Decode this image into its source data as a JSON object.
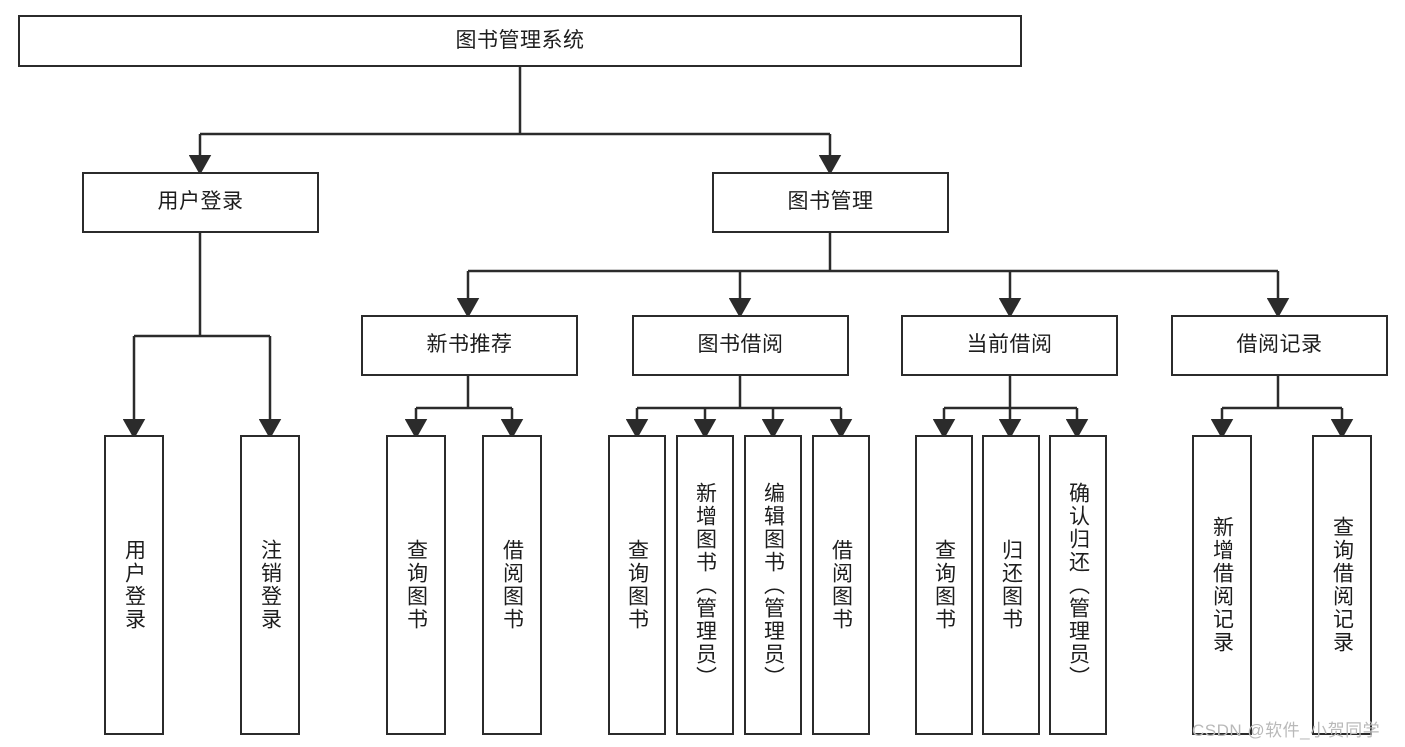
{
  "diagram": {
    "title": "图书管理系统",
    "style": {
      "box_border_color": "#2b2b2b",
      "box_fill_color": "#ffffff",
      "line_color": "#2b2b2b",
      "text_color": "#1d1d1d",
      "background_color": "#ffffff"
    },
    "levels": {
      "root": {
        "label": "图书管理系统"
      },
      "level1": [
        {
          "label": "用户登录"
        },
        {
          "label": "图书管理"
        }
      ],
      "level2": [
        {
          "label": "新书推荐"
        },
        {
          "label": "图书借阅"
        },
        {
          "label": "当前借阅"
        },
        {
          "label": "借阅记录"
        }
      ],
      "leaves": {
        "user_login": [
          {
            "label": "用户登录"
          },
          {
            "label": "注销登录"
          }
        ],
        "new_book_recommend": [
          {
            "label": "查询图书"
          },
          {
            "label": "借阅图书"
          }
        ],
        "book_borrow": [
          {
            "label": "查询图书"
          },
          {
            "label": "新增图书（管理员）"
          },
          {
            "label": "编辑图书（管理员）"
          },
          {
            "label": "借阅图书"
          }
        ],
        "current_borrow": [
          {
            "label": "查询图书"
          },
          {
            "label": "归还图书"
          },
          {
            "label": "确认归还（管理员）"
          }
        ],
        "borrow_records": [
          {
            "label": "新增借阅记录"
          },
          {
            "label": "查询借阅记录"
          }
        ]
      }
    },
    "watermark": "CSDN @软件_小贺同学"
  },
  "chart_data": {
    "type": "table",
    "title": "图书管理系统",
    "nodes": [
      {
        "id": "root",
        "label": "图书管理系统",
        "level": 0,
        "parent": null
      },
      {
        "id": "user-login",
        "label": "用户登录",
        "level": 1,
        "parent": "root"
      },
      {
        "id": "book-manage",
        "label": "图书管理",
        "level": 1,
        "parent": "root"
      },
      {
        "id": "user-login-leaf-1",
        "label": "用户登录",
        "level": 2,
        "parent": "user-login"
      },
      {
        "id": "user-login-leaf-2",
        "label": "注销登录",
        "level": 2,
        "parent": "user-login"
      },
      {
        "id": "new-book",
        "label": "新书推荐",
        "level": 2,
        "parent": "book-manage"
      },
      {
        "id": "book-borrow",
        "label": "图书借阅",
        "level": 2,
        "parent": "book-manage"
      },
      {
        "id": "current-borrow",
        "label": "当前借阅",
        "level": 2,
        "parent": "book-manage"
      },
      {
        "id": "borrow-record",
        "label": "借阅记录",
        "level": 2,
        "parent": "book-manage"
      },
      {
        "id": "new-book-leaf-1",
        "label": "查询图书",
        "level": 3,
        "parent": "new-book"
      },
      {
        "id": "new-book-leaf-2",
        "label": "借阅图书",
        "level": 3,
        "parent": "new-book"
      },
      {
        "id": "book-borrow-leaf-1",
        "label": "查询图书",
        "level": 3,
        "parent": "book-borrow"
      },
      {
        "id": "book-borrow-leaf-2",
        "label": "新增图书（管理员）",
        "level": 3,
        "parent": "book-borrow"
      },
      {
        "id": "book-borrow-leaf-3",
        "label": "编辑图书（管理员）",
        "level": 3,
        "parent": "book-borrow"
      },
      {
        "id": "book-borrow-leaf-4",
        "label": "借阅图书",
        "level": 3,
        "parent": "book-borrow"
      },
      {
        "id": "current-borrow-leaf-1",
        "label": "查询图书",
        "level": 3,
        "parent": "current-borrow"
      },
      {
        "id": "current-borrow-leaf-2",
        "label": "归还图书",
        "level": 3,
        "parent": "current-borrow"
      },
      {
        "id": "current-borrow-leaf-3",
        "label": "确认归还（管理员）",
        "level": 3,
        "parent": "current-borrow"
      },
      {
        "id": "borrow-record-leaf-1",
        "label": "新增借阅记录",
        "level": 3,
        "parent": "borrow-record"
      },
      {
        "id": "borrow-record-leaf-2",
        "label": "查询借阅记录",
        "level": 3,
        "parent": "borrow-record"
      }
    ]
  }
}
